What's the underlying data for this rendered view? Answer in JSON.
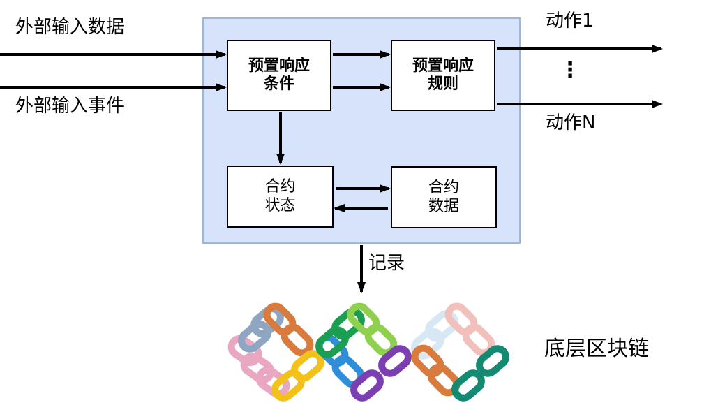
{
  "inputs": {
    "data_label": "外部输入数据",
    "event_label": "外部输入事件"
  },
  "boxes": {
    "condition": {
      "line1": "预置响应",
      "line2": "条件"
    },
    "rules": {
      "line1": "预置响应",
      "line2": "规则"
    },
    "state": {
      "line1": "合约",
      "line2": "状态"
    },
    "data": {
      "line1": "合约",
      "line2": "数据"
    }
  },
  "outputs": {
    "action_first": "动作1",
    "ellipsis": "⋮",
    "action_last": "动作N"
  },
  "record_label": "记录",
  "blockchain_label": "底层区块链",
  "colors": {
    "panel_fill": "#d6e3fb",
    "panel_border": "#9eb6d8",
    "arrow": "#000000"
  }
}
